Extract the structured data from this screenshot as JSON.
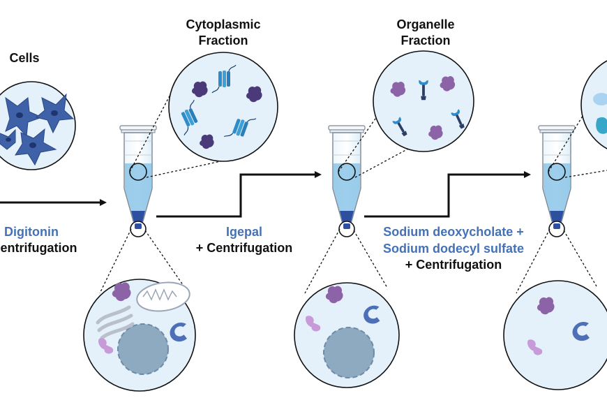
{
  "colors": {
    "accent_blue": "#4472b5",
    "text_dark": "#111111",
    "circle_fill": "#e4f1fa",
    "nucleus": "#8eaac1",
    "cell_blue": "#3f61a8",
    "protein_purple": "#4a3a7a",
    "protein_violet": "#8d63a8",
    "protein_pink": "#c79ad8",
    "membrane_teal": "#2f8cc9",
    "crescent_blue": "#4d6fb8",
    "tube_liquid": "#8cc6e8",
    "pellet": "#2e4fa0"
  },
  "labels": {
    "cells": "Cells",
    "cytoplasmic_l1": "Cytoplasmic",
    "cytoplasmic_l2": "Fraction",
    "organelle_l1": "Organelle",
    "organelle_l2": "Fraction",
    "step1_reagent": "Digitonin",
    "step1_action": "+ Centrifugation",
    "step2_reagent": "Igepal",
    "step2_action": "+ Centrifugation",
    "step3_reagent_l1": "Sodium deoxycholate +",
    "step3_reagent_l2": "Sodium dodecyl sulfate",
    "step3_action": "+ Centrifugation"
  },
  "icons": {
    "tube": "microcentrifuge-tube-icon",
    "arrow": "process-arrow-icon",
    "cell": "cell-icon",
    "mitochondrion": "mitochondrion-icon",
    "golgi": "golgi-apparatus-icon",
    "nucleus": "nucleus-icon",
    "protein": "protein-icon",
    "membrane_protein": "membrane-protein-icon"
  }
}
